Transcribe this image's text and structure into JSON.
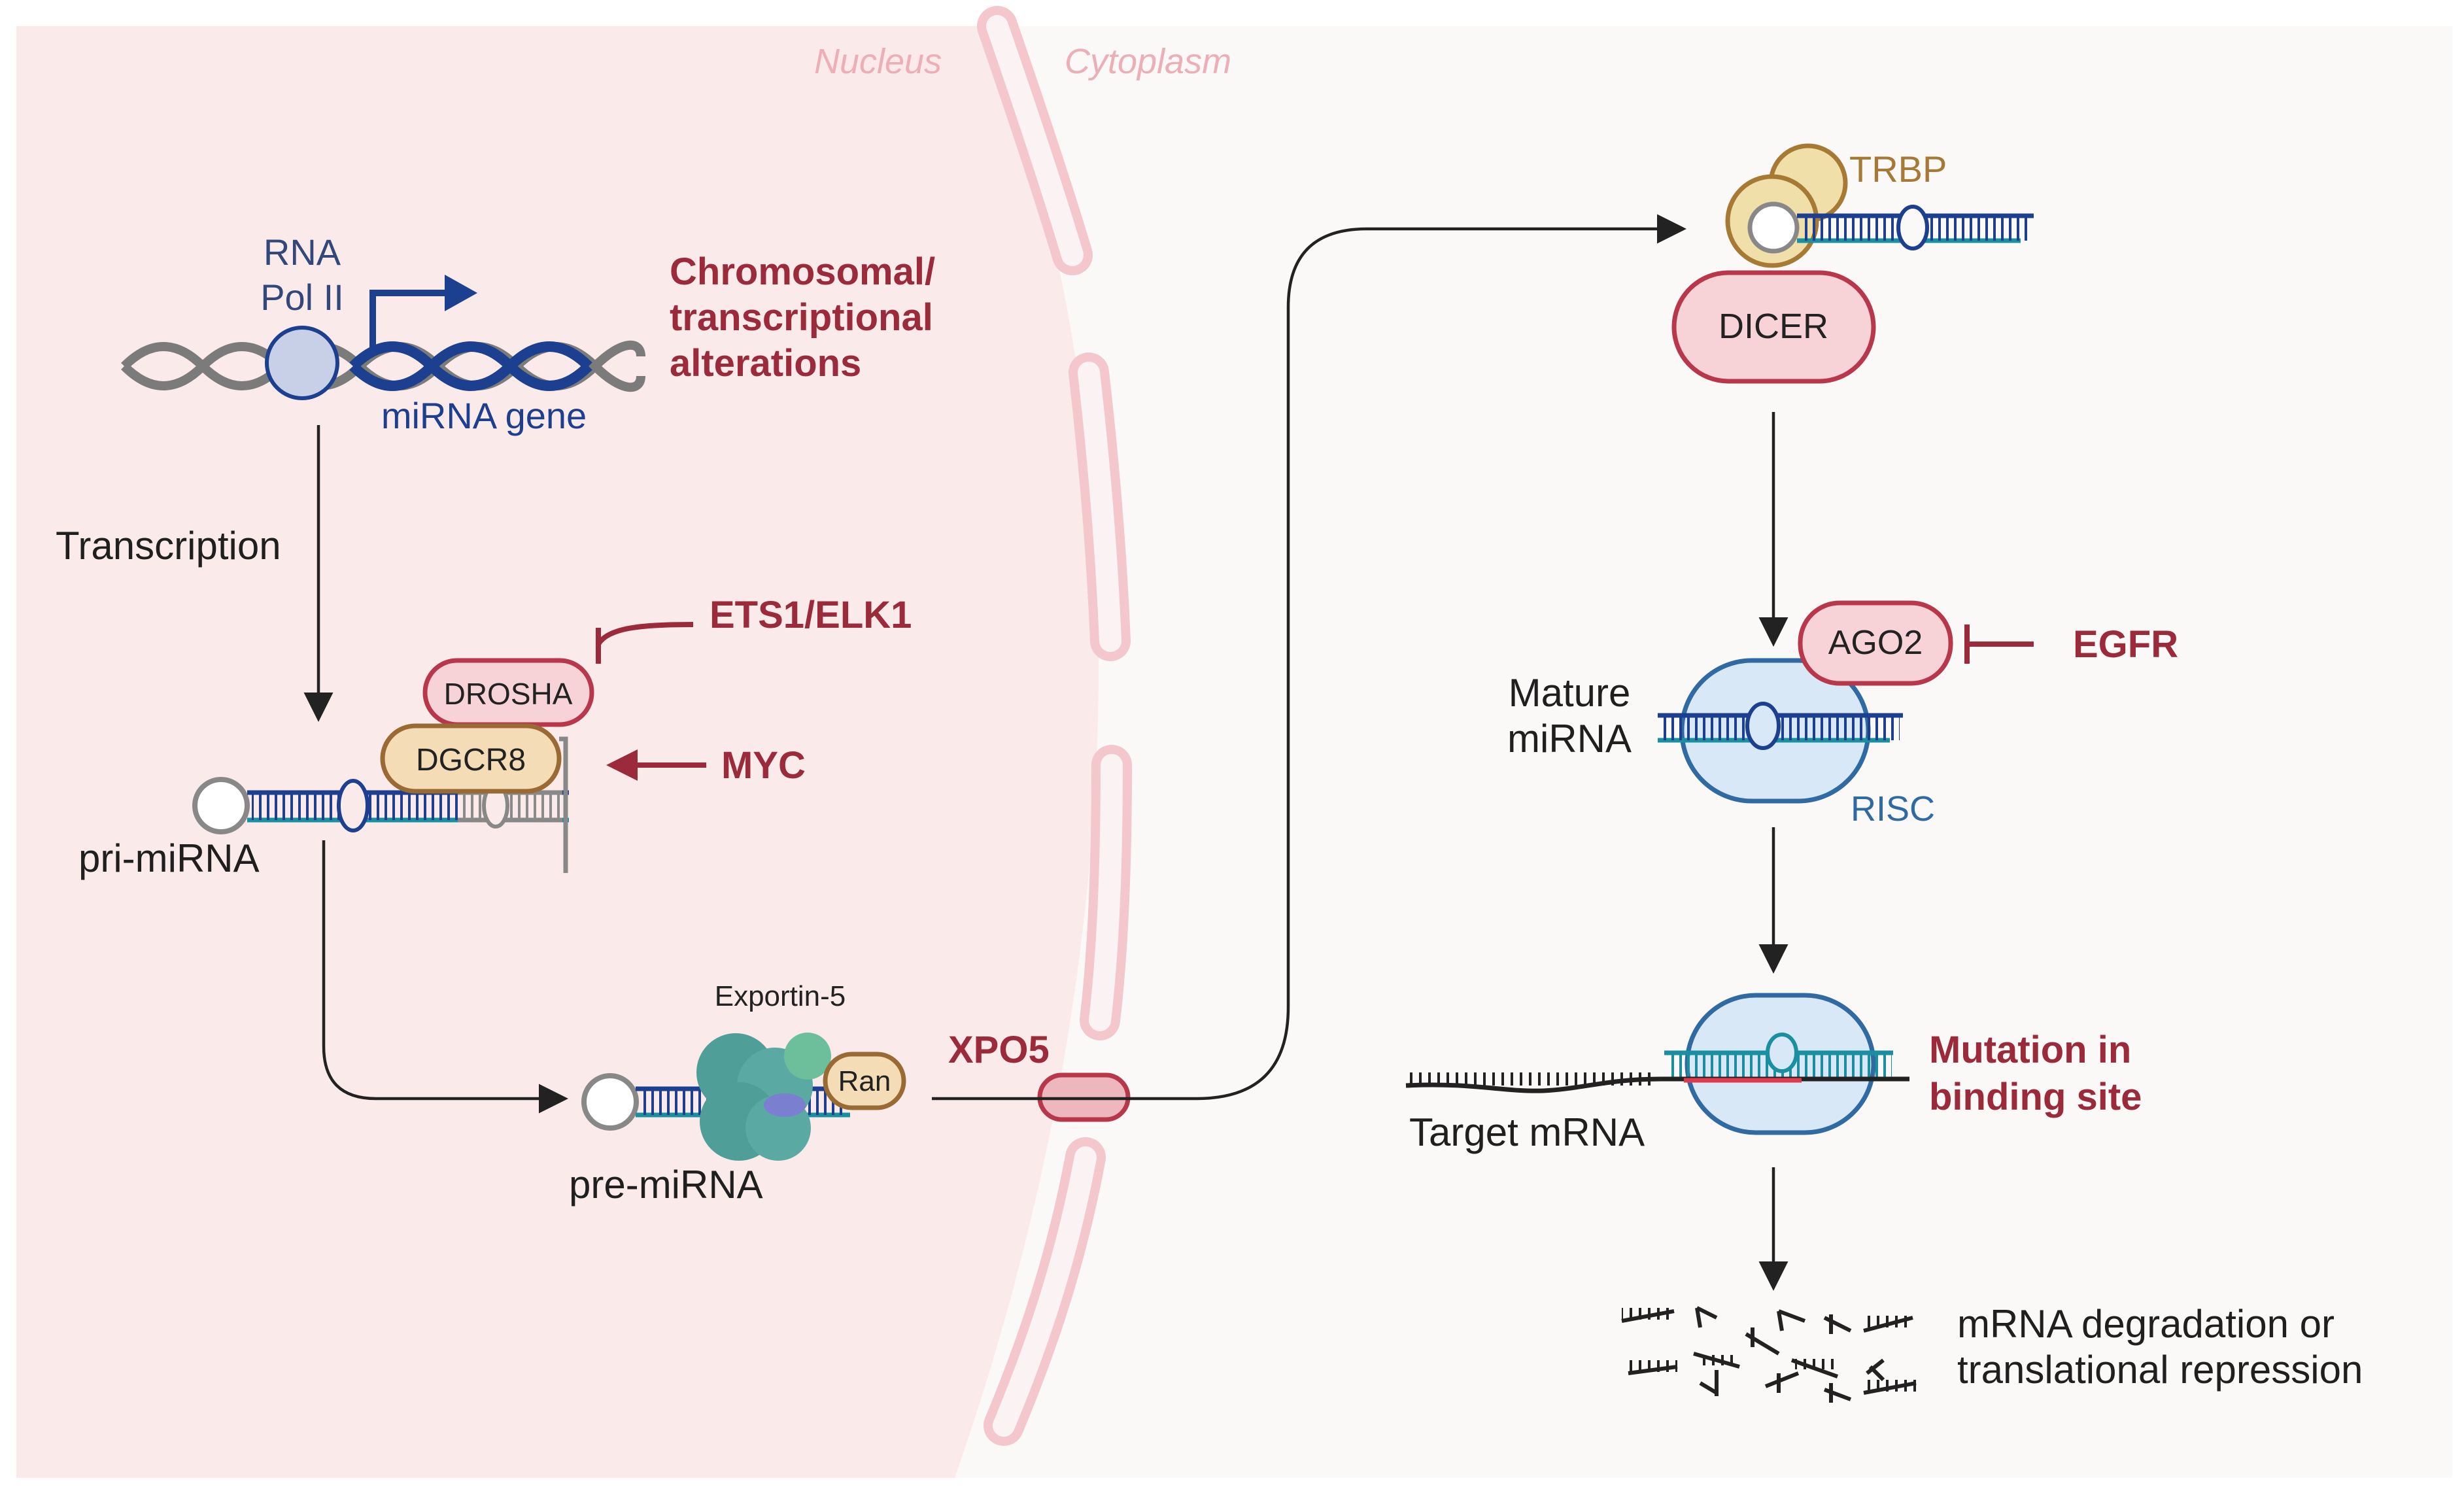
{
  "regions": {
    "nucleus": "Nucleus",
    "cytoplasm": "Cytoplasm"
  },
  "gene": {
    "pol_label_1": "RNA",
    "pol_label_2": "Pol II",
    "gene_label": "miRNA gene"
  },
  "steps": {
    "transcription": "Transcription",
    "pri_mirna": "pri-miRNA",
    "drosha": "DROSHA",
    "dgcr8": "DGCR8",
    "exportin_label": "Exportin-5",
    "ran": "Ran",
    "pre_mirna": "pre-miRNA",
    "trbp": "TRBP",
    "dicer": "DICER",
    "ago2": "AGO2",
    "mature_1": "Mature",
    "mature_2": "miRNA",
    "risc": "RISC",
    "target_mrna": "Target mRNA",
    "outcome_1": "mRNA degradation or",
    "outcome_2": "translational repression"
  },
  "alterations": {
    "chromosomal_1": "Chromosomal/",
    "chromosomal_2": "transcriptional",
    "chromosomal_3": "alterations",
    "ets1": "ETS1/ELK1",
    "myc": "MYC",
    "xpo5": "XPO5",
    "egfr": "EGFR",
    "mutation_1": "Mutation in",
    "mutation_2": "binding site"
  },
  "colors": {
    "nucleus_fill": "#fbeaea",
    "cytoplasm_fill": "#fbf8f8",
    "alteration_red": "#9b2b3a",
    "membrane_pink": "#f3c7cb",
    "gene_blue": "#1c3f8f",
    "teal": "#1a8fa0",
    "risc_blue": "#2f6aa3"
  }
}
